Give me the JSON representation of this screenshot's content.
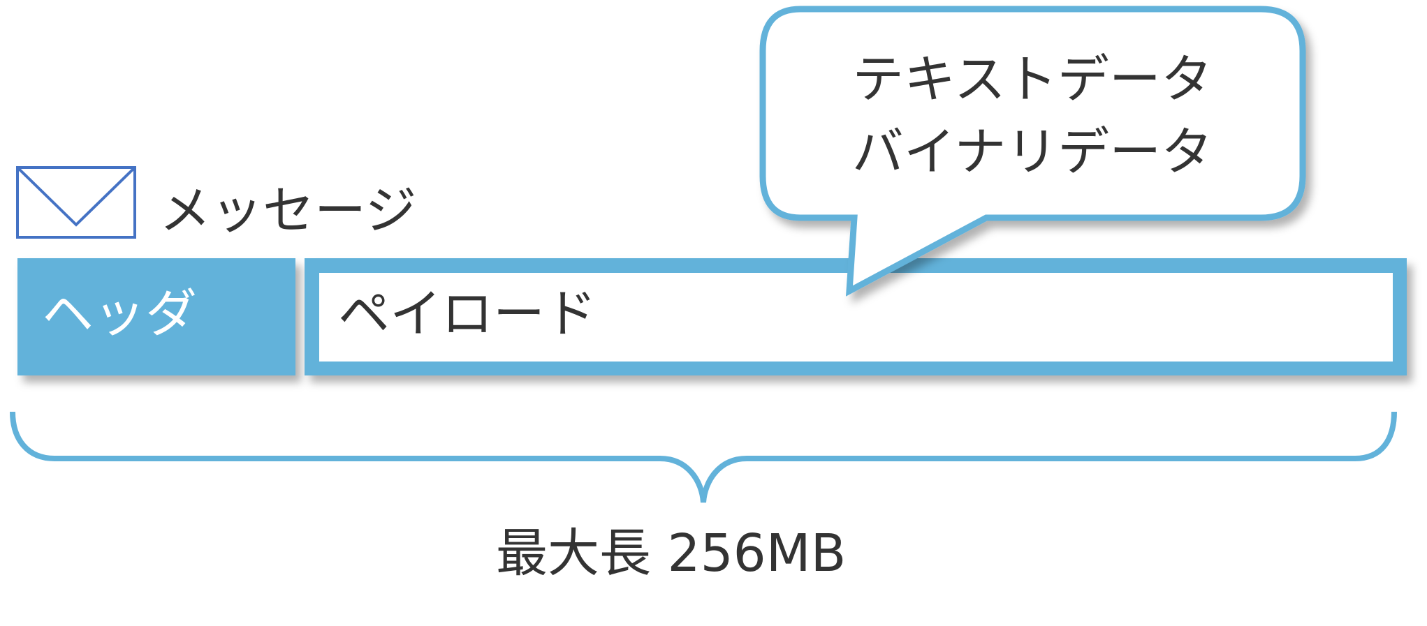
{
  "message": {
    "label": "メッセージ",
    "icon": "envelope-icon"
  },
  "header": {
    "label": "ヘッダ"
  },
  "payload": {
    "label": "ペイロード"
  },
  "callout": {
    "lines": [
      "テキストデータ",
      "バイナリデータ"
    ]
  },
  "max_length": {
    "label": "最大長 256MB"
  },
  "colors": {
    "accent": "#62B2DA",
    "envelope": "#4472C4",
    "text": "#333333",
    "header_text": "#FFFFFF",
    "background": "#FFFFFF"
  }
}
